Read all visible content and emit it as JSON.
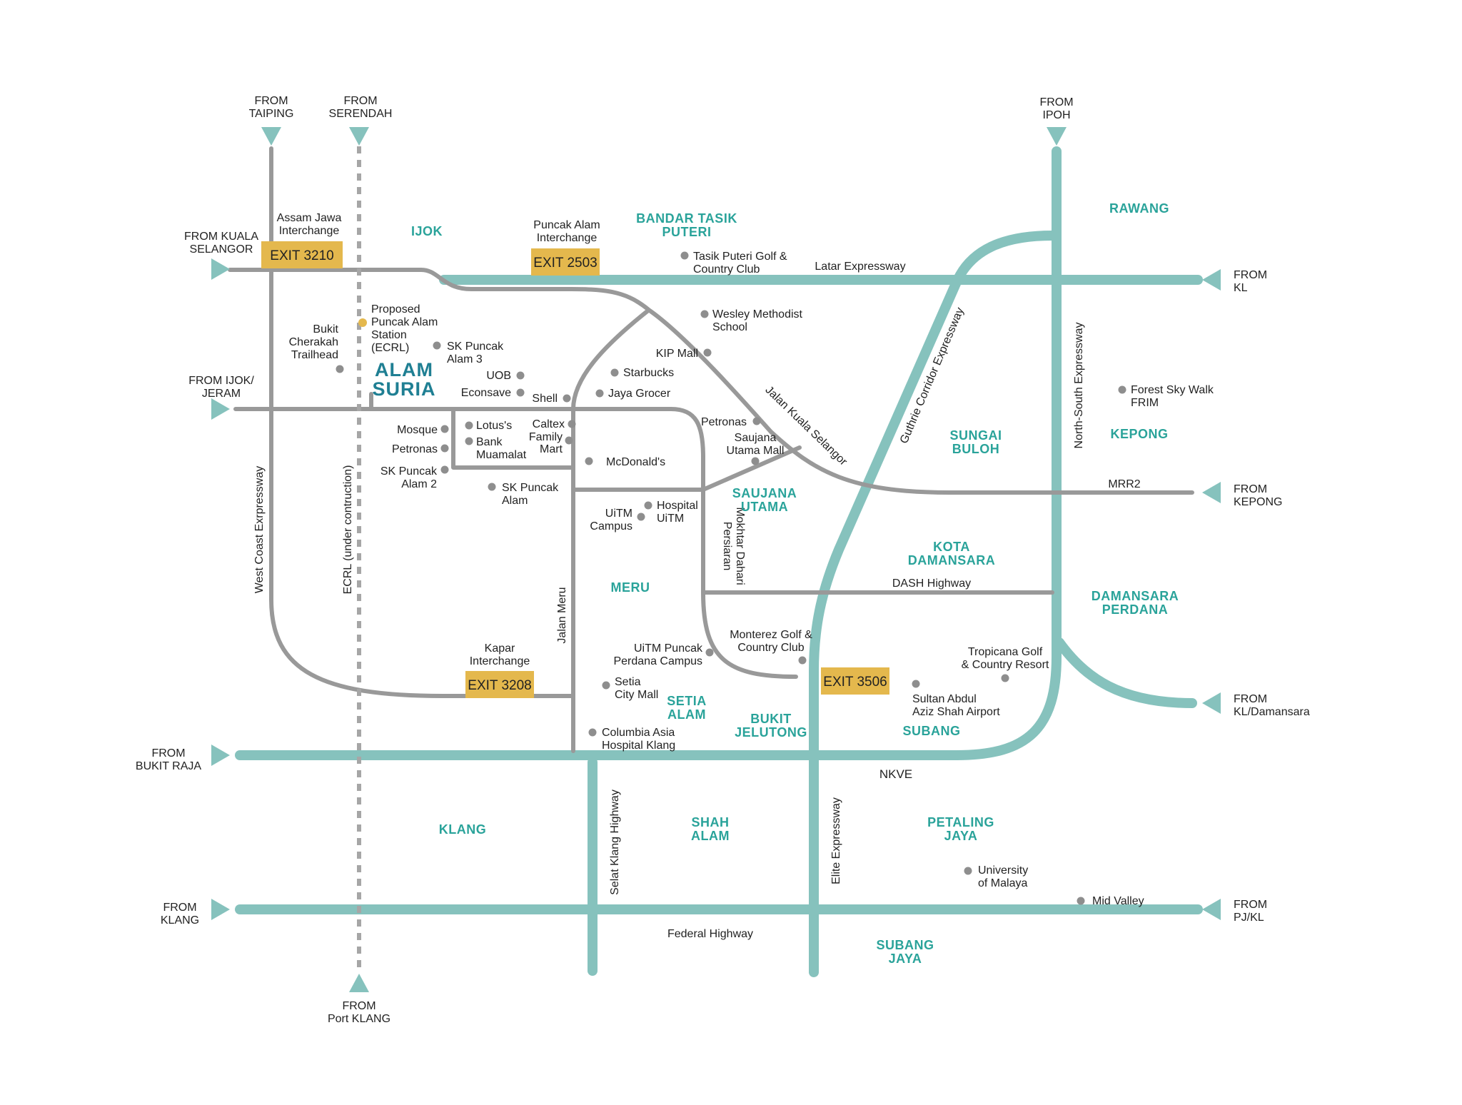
{
  "colors": {
    "teal": "#86c2bd",
    "grey": "#999999",
    "exit_box": "#e4b84d",
    "area_text": "#2aa39a",
    "hero_text": "#1f7f93",
    "poi_dot": "#8e8e8e",
    "station_dot": "#e4b84d"
  },
  "hero": {
    "line1": "ALAM",
    "line2": "SURIA"
  },
  "from_labels": [
    {
      "id": "taiping",
      "l1": "FROM",
      "l2": "TAIPING"
    },
    {
      "id": "serendah",
      "l1": "FROM",
      "l2": "SERENDAH"
    },
    {
      "id": "ipoh",
      "l1": "FROM",
      "l2": "IPOH"
    },
    {
      "id": "kuala-selangor",
      "l1": "FROM KUALA",
      "l2": "SELANGOR"
    },
    {
      "id": "ijok-jeram",
      "l1": "FROM IJOK/",
      "l2": "JERAM"
    },
    {
      "id": "bukit-raja",
      "l1": "FROM",
      "l2": "BUKIT RAJA"
    },
    {
      "id": "klang",
      "l1": "FROM",
      "l2": "KLANG"
    },
    {
      "id": "port-klang",
      "l1": "FROM",
      "l2": "Port KLANG"
    },
    {
      "id": "kl",
      "l1": "FROM",
      "l2": "KL"
    },
    {
      "id": "kepong",
      "l1": "FROM",
      "l2": "KEPONG"
    },
    {
      "id": "kl-damansara",
      "l1": "FROM",
      "l2": "KL/Damansara"
    },
    {
      "id": "pj-kl",
      "l1": "FROM",
      "l2": "PJ/KL"
    }
  ],
  "exits": [
    {
      "id": "3210",
      "label": "EXIT 3210",
      "interchange1": "Assam Jawa",
      "interchange2": "Interchange"
    },
    {
      "id": "2503",
      "label": "EXIT 2503",
      "interchange1": "Puncak Alam",
      "interchange2": "Interchange"
    },
    {
      "id": "3208",
      "label": "EXIT 3208",
      "interchange1": "Kapar",
      "interchange2": "Interchange"
    },
    {
      "id": "3506",
      "label": "EXIT 3506",
      "interchange1": "",
      "interchange2": ""
    }
  ],
  "roads": {
    "latar": "Latar Expressway",
    "west_coast": "West Coast Exrpressway",
    "ecrl": "ECRL (under contruction)",
    "jalan_kuala_selangor": "Jalan Kuala Selangor",
    "guthrie": "Guthrie Corridor Expressway",
    "north_south": "North-South Expressway",
    "mrr2": "MRR2",
    "persiaran_1": "Persiaran",
    "persiaran_2": "Mokhtar Dahari",
    "dash": "DASH Highway",
    "jalan_meru": "Jalan Meru",
    "nkve": "NKVE",
    "selat_klang": "Selat Klang Highway",
    "elite": "Elite Expressway",
    "federal": "Federal Highway"
  },
  "areas": [
    {
      "id": "ijok",
      "l1": "IJOK",
      "l2": ""
    },
    {
      "id": "bandar-tasik-puteri",
      "l1": "BANDAR TASIK",
      "l2": "PUTERI"
    },
    {
      "id": "rawang",
      "l1": "RAWANG",
      "l2": ""
    },
    {
      "id": "sungai-buloh",
      "l1": "SUNGAI",
      "l2": "BULOH"
    },
    {
      "id": "kepong",
      "l1": "KEPONG",
      "l2": ""
    },
    {
      "id": "saujana-utama",
      "l1": "SAUJANA",
      "l2": "UTAMA"
    },
    {
      "id": "kota-damansara",
      "l1": "KOTA",
      "l2": "DAMANSARA"
    },
    {
      "id": "damansara-perdana",
      "l1": "DAMANSARA",
      "l2": "PERDANA"
    },
    {
      "id": "meru",
      "l1": "MERU",
      "l2": ""
    },
    {
      "id": "setia-alam",
      "l1": "SETIA",
      "l2": "ALAM"
    },
    {
      "id": "bukit-jelutong",
      "l1": "BUKIT",
      "l2": "JELUTONG"
    },
    {
      "id": "subang",
      "l1": "SUBANG",
      "l2": ""
    },
    {
      "id": "klang",
      "l1": "KLANG",
      "l2": ""
    },
    {
      "id": "shah-alam",
      "l1": "SHAH",
      "l2": "ALAM"
    },
    {
      "id": "petaling-jaya",
      "l1": "PETALING",
      "l2": "JAYA"
    },
    {
      "id": "subang-jaya",
      "l1": "SUBANG",
      "l2": "JAYA"
    }
  ],
  "pois": [
    {
      "id": "station",
      "l1": "Proposed",
      "l2": "Puncak Alam",
      "l3": "Station",
      "l4": "(ECRL)"
    },
    {
      "id": "bukit-cherakah",
      "l1": "Bukit",
      "l2": "Cherakah",
      "l3": "Trailhead"
    },
    {
      "id": "sk-puncak-alam-3",
      "l1": "SK Puncak",
      "l2": "Alam 3"
    },
    {
      "id": "uob",
      "l1": "UOB"
    },
    {
      "id": "econsave",
      "l1": "Econsave"
    },
    {
      "id": "shell",
      "l1": "Shell"
    },
    {
      "id": "starbucks",
      "l1": "Starbucks"
    },
    {
      "id": "jaya-grocer",
      "l1": "Jaya Grocer"
    },
    {
      "id": "kip-mall",
      "l1": "KIP Mall"
    },
    {
      "id": "wesley",
      "l1": "Wesley Methodist",
      "l2": "School"
    },
    {
      "id": "tasik-puteri-golf",
      "l1": "Tasik Puteri Golf &",
      "l2": "Country Club"
    },
    {
      "id": "mosque",
      "l1": "Mosque"
    },
    {
      "id": "petronas-1",
      "l1": "Petronas"
    },
    {
      "id": "sk-puncak-alam-2",
      "l1": "SK Puncak",
      "l2": "Alam 2"
    },
    {
      "id": "lotuss",
      "l1": "Lotus's"
    },
    {
      "id": "bank-muamalat",
      "l1": "Bank",
      "l2": "Muamalat"
    },
    {
      "id": "caltex",
      "l1": "Caltex"
    },
    {
      "id": "family-mart",
      "l1": "Family",
      "l2": "Mart"
    },
    {
      "id": "mcdonalds",
      "l1": "McDonald's"
    },
    {
      "id": "sk-puncak-alam",
      "l1": "SK Puncak",
      "l2": "Alam"
    },
    {
      "id": "petronas-2",
      "l1": "Petronas"
    },
    {
      "id": "saujana-utama-mall",
      "l1": "Saujana",
      "l2": "Utama Mall"
    },
    {
      "id": "uitm-campus",
      "l1": "UiTM",
      "l2": "Campus"
    },
    {
      "id": "hospital-uitm",
      "l1": "Hospital",
      "l2": "UiTM"
    },
    {
      "id": "forest-sky-walk",
      "l1": "Forest Sky Walk",
      "l2": "FRIM"
    },
    {
      "id": "monterez",
      "l1": "Monterez Golf &",
      "l2": "Country Club"
    },
    {
      "id": "uitm-puncak-perdana",
      "l1": "UiTM Puncak",
      "l2": "Perdana Campus"
    },
    {
      "id": "setia-city-mall",
      "l1": "Setia",
      "l2": "City Mall"
    },
    {
      "id": "columbia-asia",
      "l1": "Columbia Asia",
      "l2": "Hospital Klang"
    },
    {
      "id": "tropicana",
      "l1": "Tropicana Golf",
      "l2": "& Country Resort"
    },
    {
      "id": "airport",
      "l1": "Sultan Abdul",
      "l2": "Aziz Shah Airport"
    },
    {
      "id": "um",
      "l1": "University",
      "l2": "of Malaya"
    },
    {
      "id": "mid-valley",
      "l1": "Mid Valley"
    }
  ]
}
